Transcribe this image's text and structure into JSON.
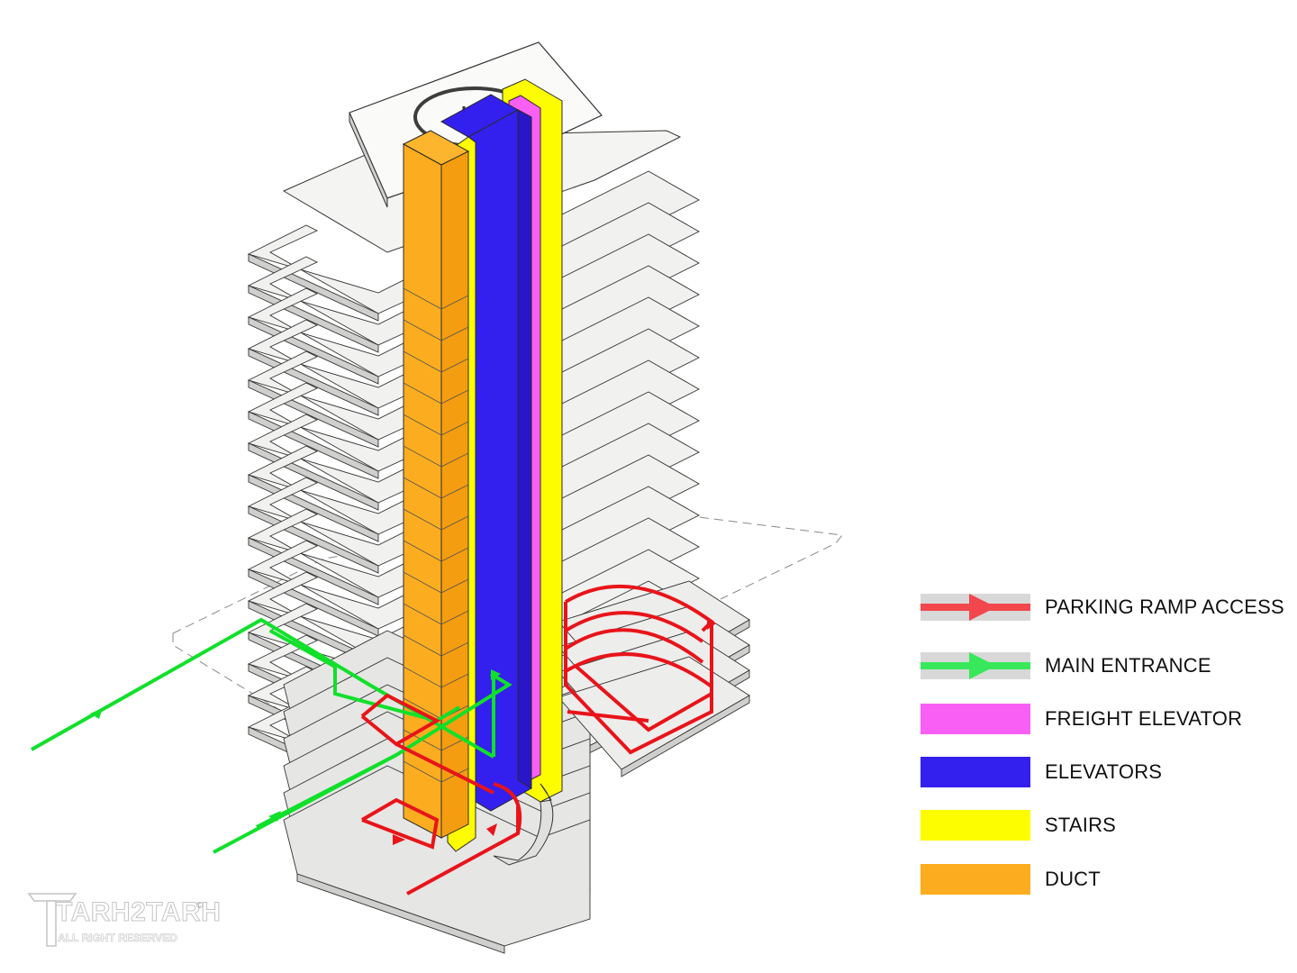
{
  "legend": {
    "items": [
      {
        "label": "PARKING RAMP ACCESS",
        "type": "arrow",
        "color": "#f2474c",
        "band": "#d8d8d8"
      },
      {
        "label": "MAIN ENTRANCE",
        "type": "arrow",
        "color": "#38e85a",
        "band": "#d8d8d8"
      },
      {
        "label": "FREIGHT ELEVATOR",
        "type": "fill",
        "color": "#f95ff5"
      },
      {
        "label": "ELEVATORS",
        "type": "fill",
        "color": "#3320ef"
      },
      {
        "label": "STAIRS",
        "type": "fill",
        "color": "#fdfd00"
      },
      {
        "label": "DUCT",
        "type": "fill",
        "color": "#fcad1f"
      }
    ]
  },
  "watermark": {
    "brand": "TARH2TARH",
    "subtitle": "ALL RIGHT RESERVED",
    "copyright": "©"
  },
  "colors": {
    "duct": "#fcad1f",
    "stairs": "#fdfd00",
    "elevators": "#3320ef",
    "freight": "#f95ff5",
    "parking_path": "#e8141a",
    "entrance_path": "#10e02a",
    "slab_top": "#f1f1ef",
    "slab_edge": "#cfcfcd"
  }
}
